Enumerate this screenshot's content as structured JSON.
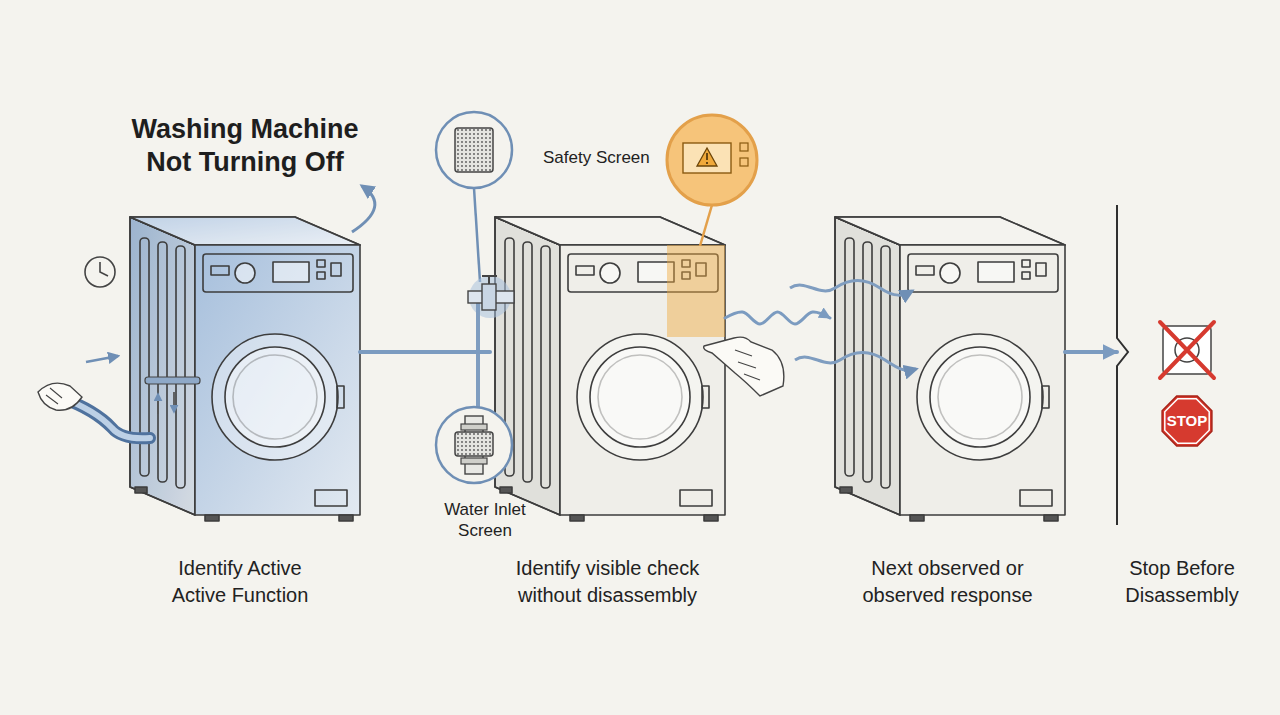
{
  "diagram": {
    "title": "Washing Machine Not Turning Off",
    "nodes": [
      {
        "text": [
          "Identify Active Active Function"
        ]
      },
      {
        "text": [
          "Identify visible check without disassembly"
        ]
      },
      {
        "text": [
          "Next observed or observed response"
        ]
      },
      {
        "text": [
          "Stop Before Disassembly"
        ]
      }
    ],
    "edges": [
      {
        "from": 0,
        "to": 1,
        "arrow": "none"
      },
      {
        "from": 1,
        "to": 2,
        "arrow": "to"
      },
      {
        "from": 2,
        "to": 3,
        "arrow": "to"
      }
    ],
    "labels": [
      "Safety Screen",
      "Water Inlet Screen",
      "STOP"
    ]
  }
}
